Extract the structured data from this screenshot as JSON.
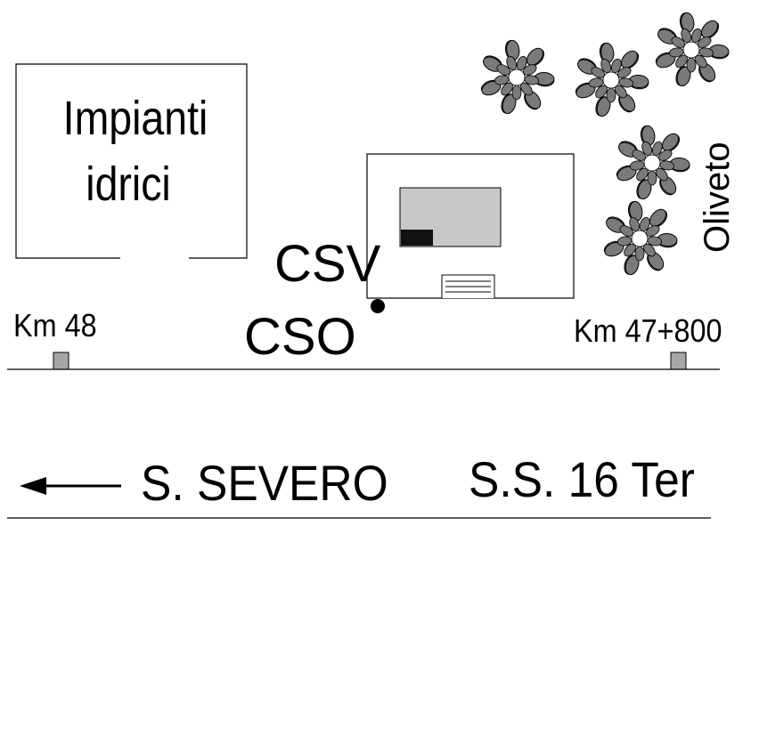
{
  "labels": {
    "impianti_line1": "Impianti",
    "impianti_line2": "idrici",
    "csv": "CSV",
    "cso": "CSO",
    "km_left": "Km 48",
    "km_right": "Km 47+800",
    "direction": "S. SEVERO",
    "road": "S.S. 16 Ter",
    "oliveto": "Oliveto"
  },
  "colors": {
    "building_fill": "#c8c8c8",
    "marker_fill": "#a6a6a6",
    "tree_fill": "#7a7a7a",
    "line": "#000000"
  },
  "icons": {
    "tree": "tree-icon",
    "direction_arrow": "arrow-left-icon",
    "station_marker": "dot-marker-icon"
  }
}
